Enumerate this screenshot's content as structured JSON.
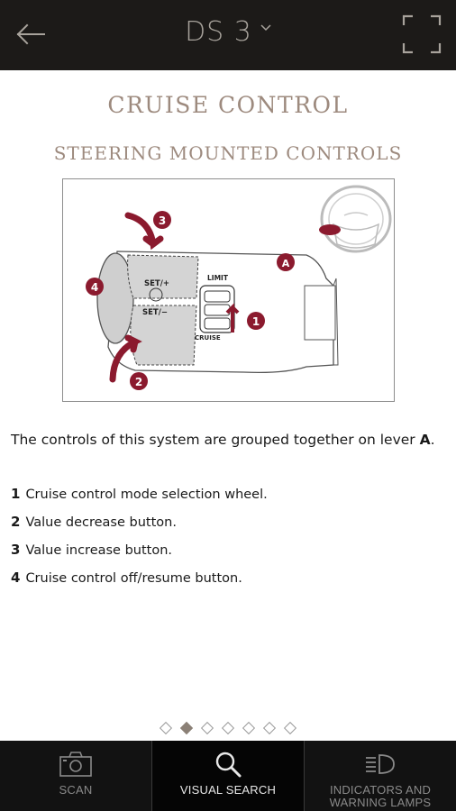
{
  "header": {
    "title": "DS 3",
    "back_icon": "arrow-left-icon",
    "expand_icon": "expand-icon",
    "dropdown_icon": "chevron-down-icon"
  },
  "page": {
    "heading": "CRUISE CONTROL",
    "subheading": "STEERING MOUNTED CONTROLS"
  },
  "figure": {
    "callouts": [
      "1",
      "2",
      "3",
      "4",
      "A"
    ],
    "labels": {
      "set_plus": "SET/+",
      "set_minus": "SET/−",
      "limit": "LIMIT",
      "cruise": "CRUISE"
    },
    "accent_color": "#8b1a2e"
  },
  "content": {
    "intro_text": "The controls of this system are grouped together on lever ",
    "intro_lever": "A",
    "intro_end": ".",
    "items": [
      {
        "num": "1",
        "text": "Cruise control mode selection wheel."
      },
      {
        "num": "2",
        "text": "Value decrease button."
      },
      {
        "num": "3",
        "text": "Value increase button."
      },
      {
        "num": "4",
        "text": "Cruise control off/resume button."
      }
    ]
  },
  "pager": {
    "total": 7,
    "active": 2
  },
  "bottom_nav": {
    "tabs": [
      {
        "label": "SCAN",
        "icon": "camera-icon"
      },
      {
        "label": "VISUAL SEARCH",
        "icon": "search-icon"
      },
      {
        "label": "INDICATORS AND WARNING LAMPS",
        "icon": "headlamp-icon"
      }
    ],
    "active_index": 1
  }
}
